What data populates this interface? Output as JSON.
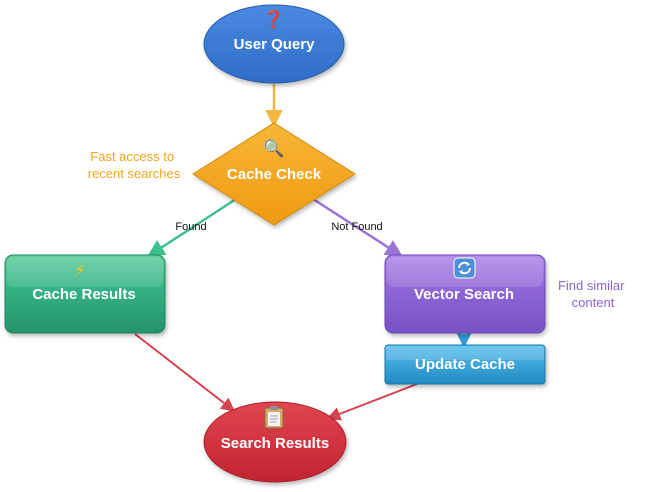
{
  "colors": {
    "query": "#3a7bd5",
    "cache_check": "#f2a41c",
    "cache_results": "#2ea57a",
    "vector_search": "#8a63d2",
    "update_cache": "#2d9cd6",
    "search_results": "#d32f3a",
    "edge_orange": "#f5b541",
    "edge_green": "#3cbf8d",
    "edge_purple": "#9b72d8",
    "edge_red": "#d8424f"
  },
  "nodes": {
    "user_query": {
      "label": "User Query",
      "icon": "question-mark-icon",
      "glyph": "❓"
    },
    "cache_check": {
      "label": "Cache Check",
      "icon": "magnifier-icon",
      "glyph": "🔍"
    },
    "cache_results": {
      "label": "Cache Results",
      "icon": "lightning-icon",
      "glyph": "⚡"
    },
    "vector_search": {
      "label": "Vector Search",
      "icon": "refresh-icon",
      "glyph": "🔄"
    },
    "update_cache": {
      "label": "Update Cache"
    },
    "search_results": {
      "label": "Search Results",
      "icon": "clipboard-icon",
      "glyph": "📋"
    }
  },
  "edges": {
    "found": "Found",
    "not_found": "Not Found"
  },
  "notes": {
    "cache_note": [
      "Fast access to",
      "recent searches"
    ],
    "vector_note": [
      "Find similar",
      "content"
    ]
  }
}
